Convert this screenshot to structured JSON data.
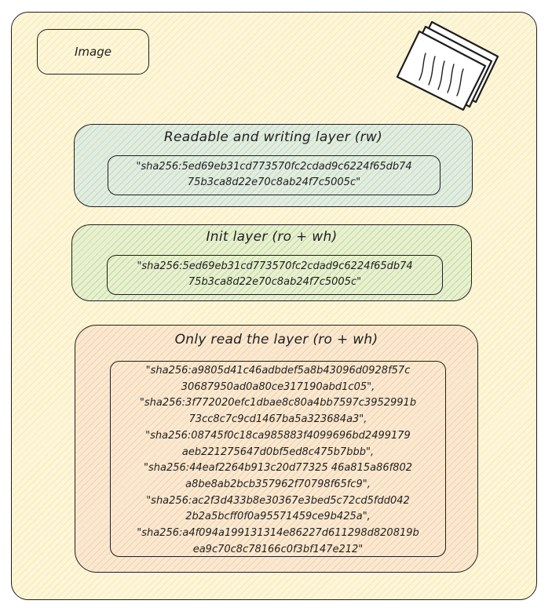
{
  "image_label": "Image",
  "icon": "stacked-documents-icon",
  "layers": {
    "rw": {
      "title": "Readable and writing layer (rw)",
      "hash_lines": [
        "\"sha256:5ed69eb31cd773570fc2cdad9c6224f65db74",
        "75b3ca8d22e70c8ab24f7c5005c\""
      ]
    },
    "init": {
      "title": "Init layer (ro + wh)",
      "hash_lines": [
        "\"sha256:5ed69eb31cd773570fc2cdad9c6224f65db74",
        "75b3ca8d22e70c8ab24f7c5005c\""
      ]
    },
    "ro": {
      "title": "Only read the layer (ro + wh)",
      "hash_lines": [
        "\"sha256:a9805d41c46adbdef5a8b43096d0928f57c",
        "30687950ad0a80ce317190abd1c05\",",
        "\"sha256:3f772020efc1dbae8c80a4bb7597c3952991b",
        "73cc8c7c9cd1467ba5a323684a3\",",
        "\"sha256:08745f0c18ca985883f4099696bd2499179",
        "aeb221275647d0bf5ed8c475b7bbb\",",
        "\"sha256:44eaf2264b913c20d77325 46a815a86f802",
        "a8be8ab2bcb357962f70798f65fc9\",",
        "\"sha256:ac2f3d433b8e30367e3bed5c72cd5fdd042",
        "2b2a5bcff0f0a95571459ce9b425a\",",
        "\"sha256:a4f094a199131314e86227d611298d820819b",
        "ea9c70c8c78166c0f3bf147e212\""
      ]
    }
  },
  "colors": {
    "outer_fill": "#fdf6d8",
    "rw_fill": "#e3eddc",
    "init_fill": "#e8f0cf",
    "ro_fill": "#fae9d0",
    "stroke": "#1e1e1e"
  }
}
